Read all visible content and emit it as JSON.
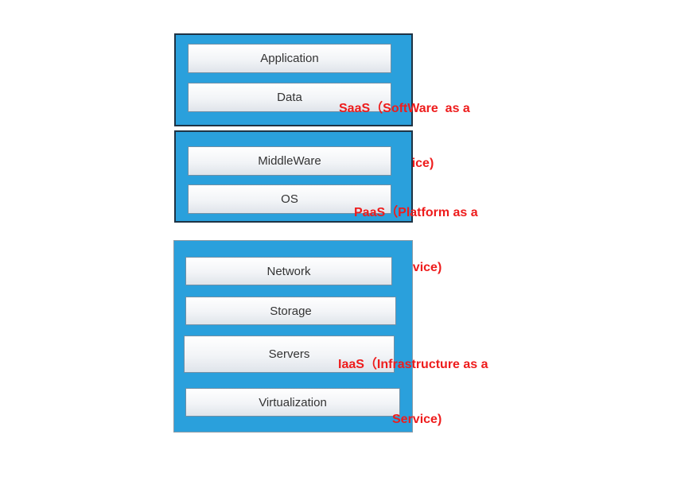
{
  "saas": {
    "layers": [
      "Application",
      "Data"
    ],
    "label_line1": "SaaS（SoftWare  as a",
    "label_line2": "Service)"
  },
  "paas": {
    "layers": [
      "MiddleWare",
      "OS"
    ],
    "label_line1": "PaaS（Platform as a",
    "label_line2": "Service)"
  },
  "iaas": {
    "layers": [
      "Network",
      "Storage",
      "Servers",
      "Virtualization"
    ],
    "label_line1": "IaaS（Infrastructure as a",
    "label_line2": "Service)"
  },
  "colors": {
    "stack_fill": "#2aa0dc",
    "label_text": "#ee1c1c",
    "layer_border": "#6f8fa6"
  }
}
